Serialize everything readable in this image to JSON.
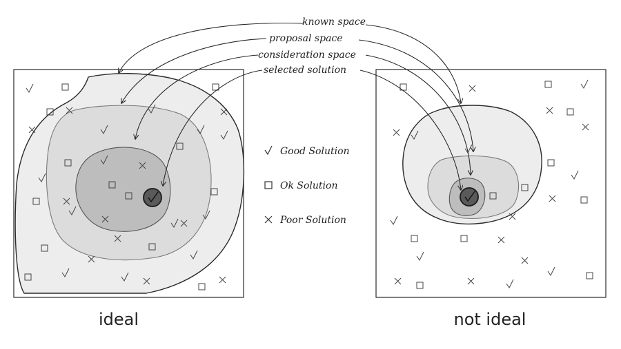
{
  "labels": {
    "known_space": "known space",
    "proposal_space": "proposal space",
    "consideration_space": "consideration space",
    "selected_solution": "selected solution"
  },
  "legend": {
    "good": "Good Solution",
    "ok": "Ok Solution",
    "poor": "Poor Solution"
  },
  "captions": {
    "ideal": "ideal",
    "not_ideal": "not ideal"
  },
  "colors": {
    "known": "#ededed",
    "proposal": "#dcdcdc",
    "consideration": "#bdbdbd",
    "selected": "#5a5a5a",
    "stroke": "#2a2a2a"
  }
}
